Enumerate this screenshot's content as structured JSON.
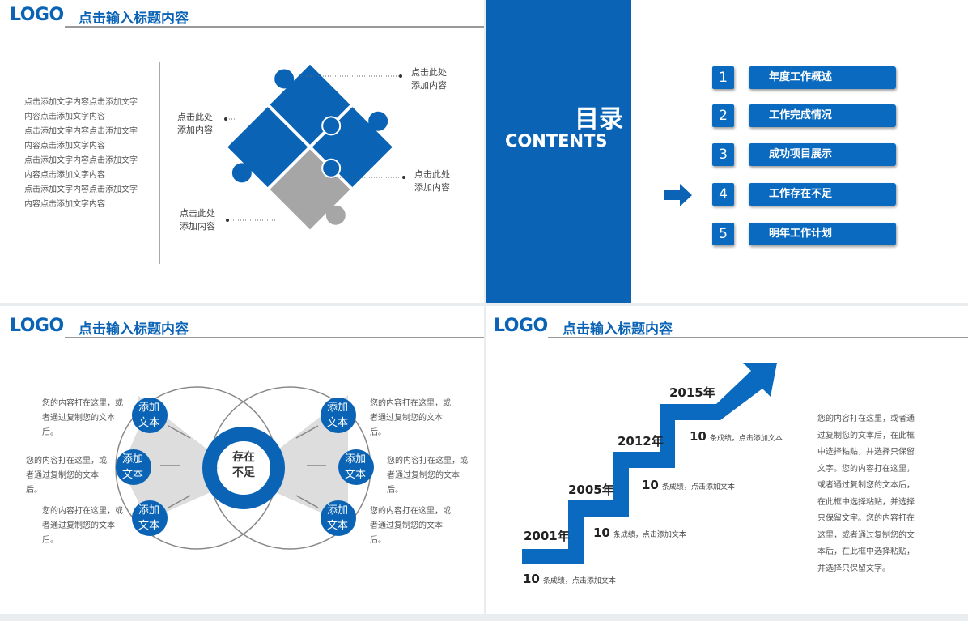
{
  "header": {
    "logo": "LOGO",
    "title": "点击输入标题内容"
  },
  "puzzle_slide": {
    "left_paragraphs": [
      "点击添加文字内容点击添加文字内容点击添加文字内容",
      "点击添加文字内容点击添加文字内容点击添加文字内容",
      "点击添加文字内容点击添加文字内容点击添加文字内容",
      "点击添加文字内容点击添加文字内容点击添加文字内容"
    ],
    "callouts": [
      "点击此处添加内容",
      "点击此处添加内容",
      "点击此处添加内容",
      "点击此处添加内容"
    ],
    "colors": {
      "blue": "#0a63b5",
      "gray": "#a6a6a6"
    }
  },
  "contents_slide": {
    "title_cn": "目录",
    "title_en": "CONTENTS",
    "items": [
      {
        "num": "1",
        "label": "年度工作概述"
      },
      {
        "num": "2",
        "label": "工作完成情况"
      },
      {
        "num": "3",
        "label": "成功项目展示"
      },
      {
        "num": "4",
        "label": "工作存在不足"
      },
      {
        "num": "5",
        "label": "明年工作计划"
      }
    ]
  },
  "venn_slide": {
    "center": "存在不足",
    "node_label": "添加文本",
    "desc": "您的内容打在这里，或者通过复制您的文本后。"
  },
  "stair_slide": {
    "steps": [
      {
        "year": "2001年",
        "count": "10",
        "text": "条成绩，点击添加文本"
      },
      {
        "year": "2005年",
        "count": "10",
        "text": "条成绩，点击添加文本"
      },
      {
        "year": "2012年",
        "count": "10",
        "text": "条成绩，点击添加文本"
      },
      {
        "year": "2015年",
        "count": "10",
        "text": "条成绩，点击添加文本"
      }
    ],
    "side_text": "您的内容打在这里，或者通过复制您的文本后，在此框中选择粘贴，并选择只保留文字。您的内容打在这里，或者通过复制您的文本后，在此框中选择粘贴，并选择只保留文字。您的内容打在这里，或者通过复制您的文本后，在此框中选择粘贴，并选择只保留文字。"
  }
}
